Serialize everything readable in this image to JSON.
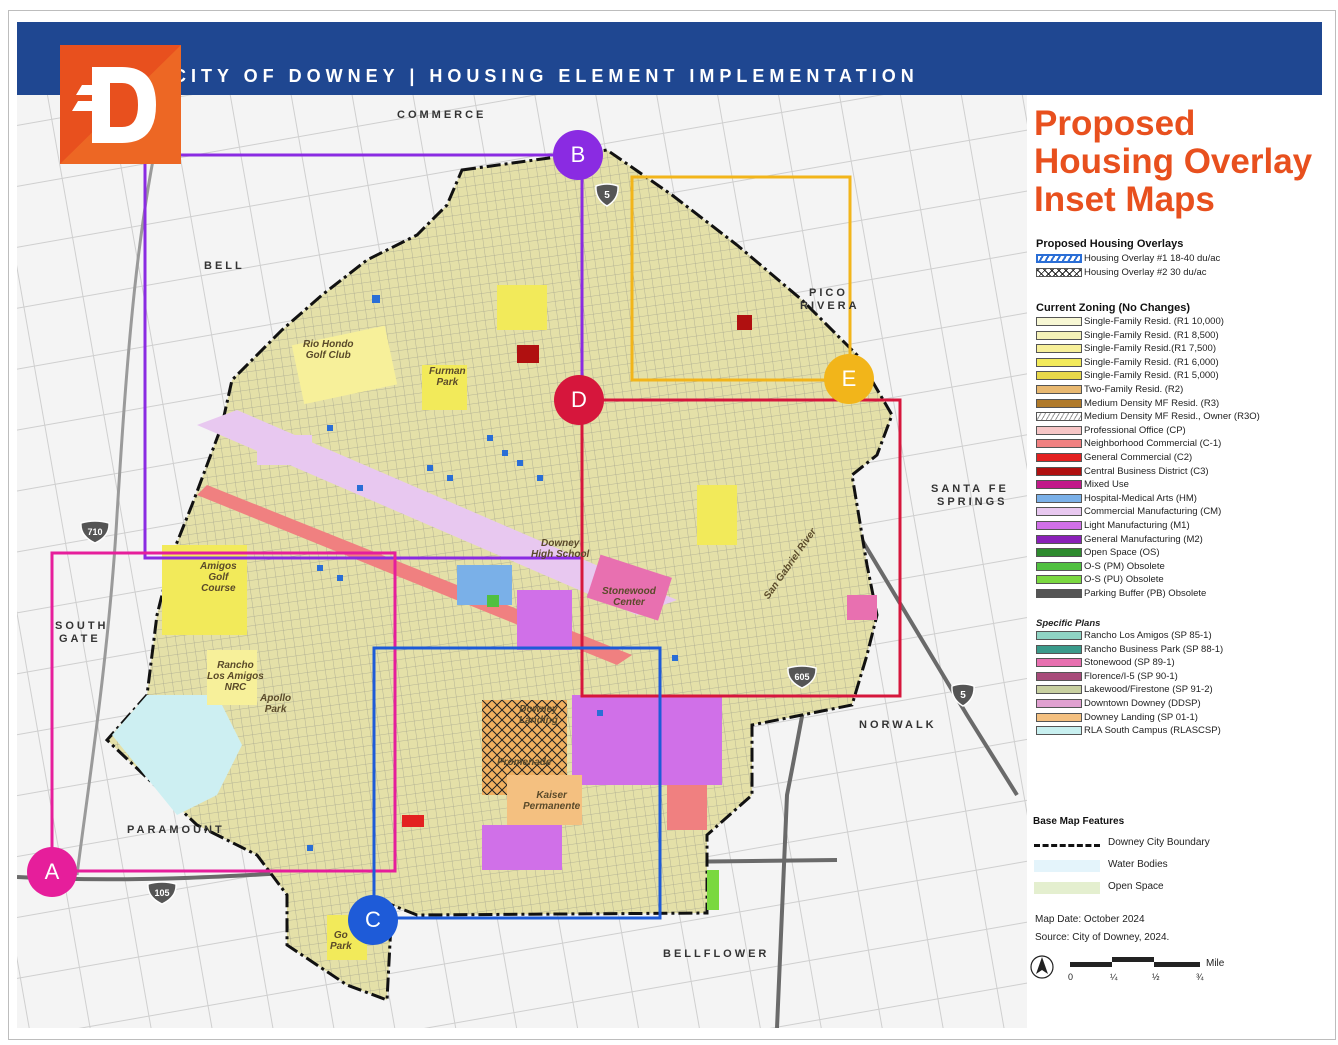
{
  "header": {
    "title": "CITY OF DOWNEY   |   HOUSING ELEMENT IMPLEMENTATION",
    "logo_letter": "D"
  },
  "map": {
    "cities": {
      "commerce": "COMMERCE",
      "bell": "BELL",
      "pico_rivera_1": "PICO",
      "pico_rivera_2": "RIVERA",
      "santa_fe_1": "SANTA FE",
      "santa_fe_2": "SPRINGS",
      "south_gate_1": "SOUTH",
      "south_gate_2": "GATE",
      "norwalk": "NORWALK",
      "paramount": "PARAMOUNT",
      "bellflower": "BELLFLOWER"
    },
    "places": {
      "rio_hondo_1": "Rio Hondo",
      "rio_hondo_2": "Golf Club",
      "furman_1": "Furman",
      "furman_2": "Park",
      "amigos_1": "Amigos",
      "amigos_2": "Golf",
      "amigos_3": "Course",
      "rancho_1": "Rancho",
      "rancho_2": "Los Amigos",
      "rancho_3": "NRC",
      "apollo_1": "Apollo",
      "apollo_2": "Park",
      "downey_hs_1": "Downey",
      "downey_hs_2": "High School",
      "stonewood_1": "Stonewood",
      "stonewood_2": "Center",
      "san_gabriel": "San Gabriel River",
      "downey_landing_1": "Downey",
      "downey_landing_2": "Landing",
      "promenade": "Promenade",
      "kaiser_1": "Kaiser",
      "kaiser_2": "Permanente",
      "golden_1": "Go",
      "golden_2": "Park"
    },
    "shields": {
      "i5_north": "5",
      "i710": "710",
      "i605": "605",
      "i5_south": "5",
      "i105": "105"
    },
    "insets": [
      {
        "label": "A",
        "color": "#e61e9b"
      },
      {
        "label": "B",
        "color": "#8a2be2"
      },
      {
        "label": "C",
        "color": "#1e5bd8"
      },
      {
        "label": "D",
        "color": "#d6163c"
      },
      {
        "label": "E",
        "color": "#f2b51a"
      }
    ]
  },
  "legend": {
    "title_lines": [
      "Proposed",
      "Housing Overlay",
      "Inset Maps"
    ],
    "overlays_heading": "Proposed Housing Overlays",
    "overlays": [
      {
        "label": "Housing Overlay #1 18-40 du/ac",
        "pattern": "hatch-blue"
      },
      {
        "label": "Housing Overlay #2 30 du/ac",
        "pattern": "crosshatch-black"
      }
    ],
    "zoning_heading": "Current Zoning (No Changes)",
    "zoning": [
      {
        "label": "Single-Family Resid. (R1 10,000)",
        "color": "#f7f7d4"
      },
      {
        "label": "Single-Family Resid. (R1 8,500)",
        "color": "#f5f2b8"
      },
      {
        "label": "Single-Family Resid.(R1 7,500)",
        "color": "#f7f09a"
      },
      {
        "label": "Single-Family Resid. (R1 6,000)",
        "color": "#f2ea5a"
      },
      {
        "label": "Single-Family Resid. (R1 5,000)",
        "color": "#e8d84a"
      },
      {
        "label": "Two-Family Resid. (R2)",
        "color": "#e8b870"
      },
      {
        "label": "Medium Density MF Resid. (R3)",
        "color": "#b07a2a"
      },
      {
        "label": "Medium Density MF Resid., Owner (R3O)",
        "color": "#ffffff"
      },
      {
        "label": "Professional Office (CP)",
        "color": "#f7c6c6"
      },
      {
        "label": "Neighborhood Commercial (C-1)",
        "color": "#f08080"
      },
      {
        "label": "General Commercial (C2)",
        "color": "#e32020"
      },
      {
        "label": "Central Business District (C3)",
        "color": "#b01010"
      },
      {
        "label": "Mixed Use",
        "color": "#c21a8a"
      },
      {
        "label": "Hospital-Medical Arts (HM)",
        "color": "#7ab0e8"
      },
      {
        "label": "Commercial Manufacturing (CM)",
        "color": "#e8c8f0"
      },
      {
        "label": "Light Manufacturing (M1)",
        "color": "#d070e8"
      },
      {
        "label": "General Manufacturing (M2)",
        "color": "#8a20b8"
      },
      {
        "label": "Open Space (OS)",
        "color": "#2e8b2e"
      },
      {
        "label": "O-S (PM) Obsolete",
        "color": "#50c040"
      },
      {
        "label": "O-S (PU) Obsolete",
        "color": "#7ad840"
      },
      {
        "label": "Parking Buffer (PB) Obsolete",
        "color": "#555555"
      }
    ],
    "specific_plans_heading": "Specific Plans",
    "specific_plans": [
      {
        "label": "Rancho Los Amigos (SP 85-1)",
        "color": "#8fd4c4"
      },
      {
        "label": "Rancho Business Park (SP 88-1)",
        "color": "#3a9a8a"
      },
      {
        "label": "Stonewood (SP 89-1)",
        "color": "#e870b0"
      },
      {
        "label": "Florence/I-5 (SP 90-1)",
        "color": "#a84a7a"
      },
      {
        "label": "Lakewood/Firestone (SP 91-2)",
        "color": "#c8d0a0"
      },
      {
        "label": "Downtown Downey (DDSP)",
        "color": "#e0a0d0"
      },
      {
        "label": "Downey Landing (SP 01-1)",
        "color": "#f4c080"
      },
      {
        "label": "RLA South Campus (RLASCSP)",
        "color": "#c8f0f0"
      }
    ],
    "base_heading": "Base Map Features",
    "base_features": [
      {
        "label": "Downey City Boundary",
        "kind": "boundary"
      },
      {
        "label": "Water Bodies",
        "kind": "water",
        "color": "#e4f4fb"
      },
      {
        "label": "Open Space",
        "kind": "open",
        "color": "#e4efcf"
      }
    ],
    "map_date": "Map Date: October 2024",
    "source": "Source: City of Downey, 2024.",
    "scale": {
      "unit": "Mile",
      "ticks": [
        "0",
        "¼",
        "½",
        "¾"
      ]
    }
  },
  "colors": {
    "banner": "#1f4791",
    "accent": "#e8501e",
    "residential": "#e6e2a6"
  }
}
